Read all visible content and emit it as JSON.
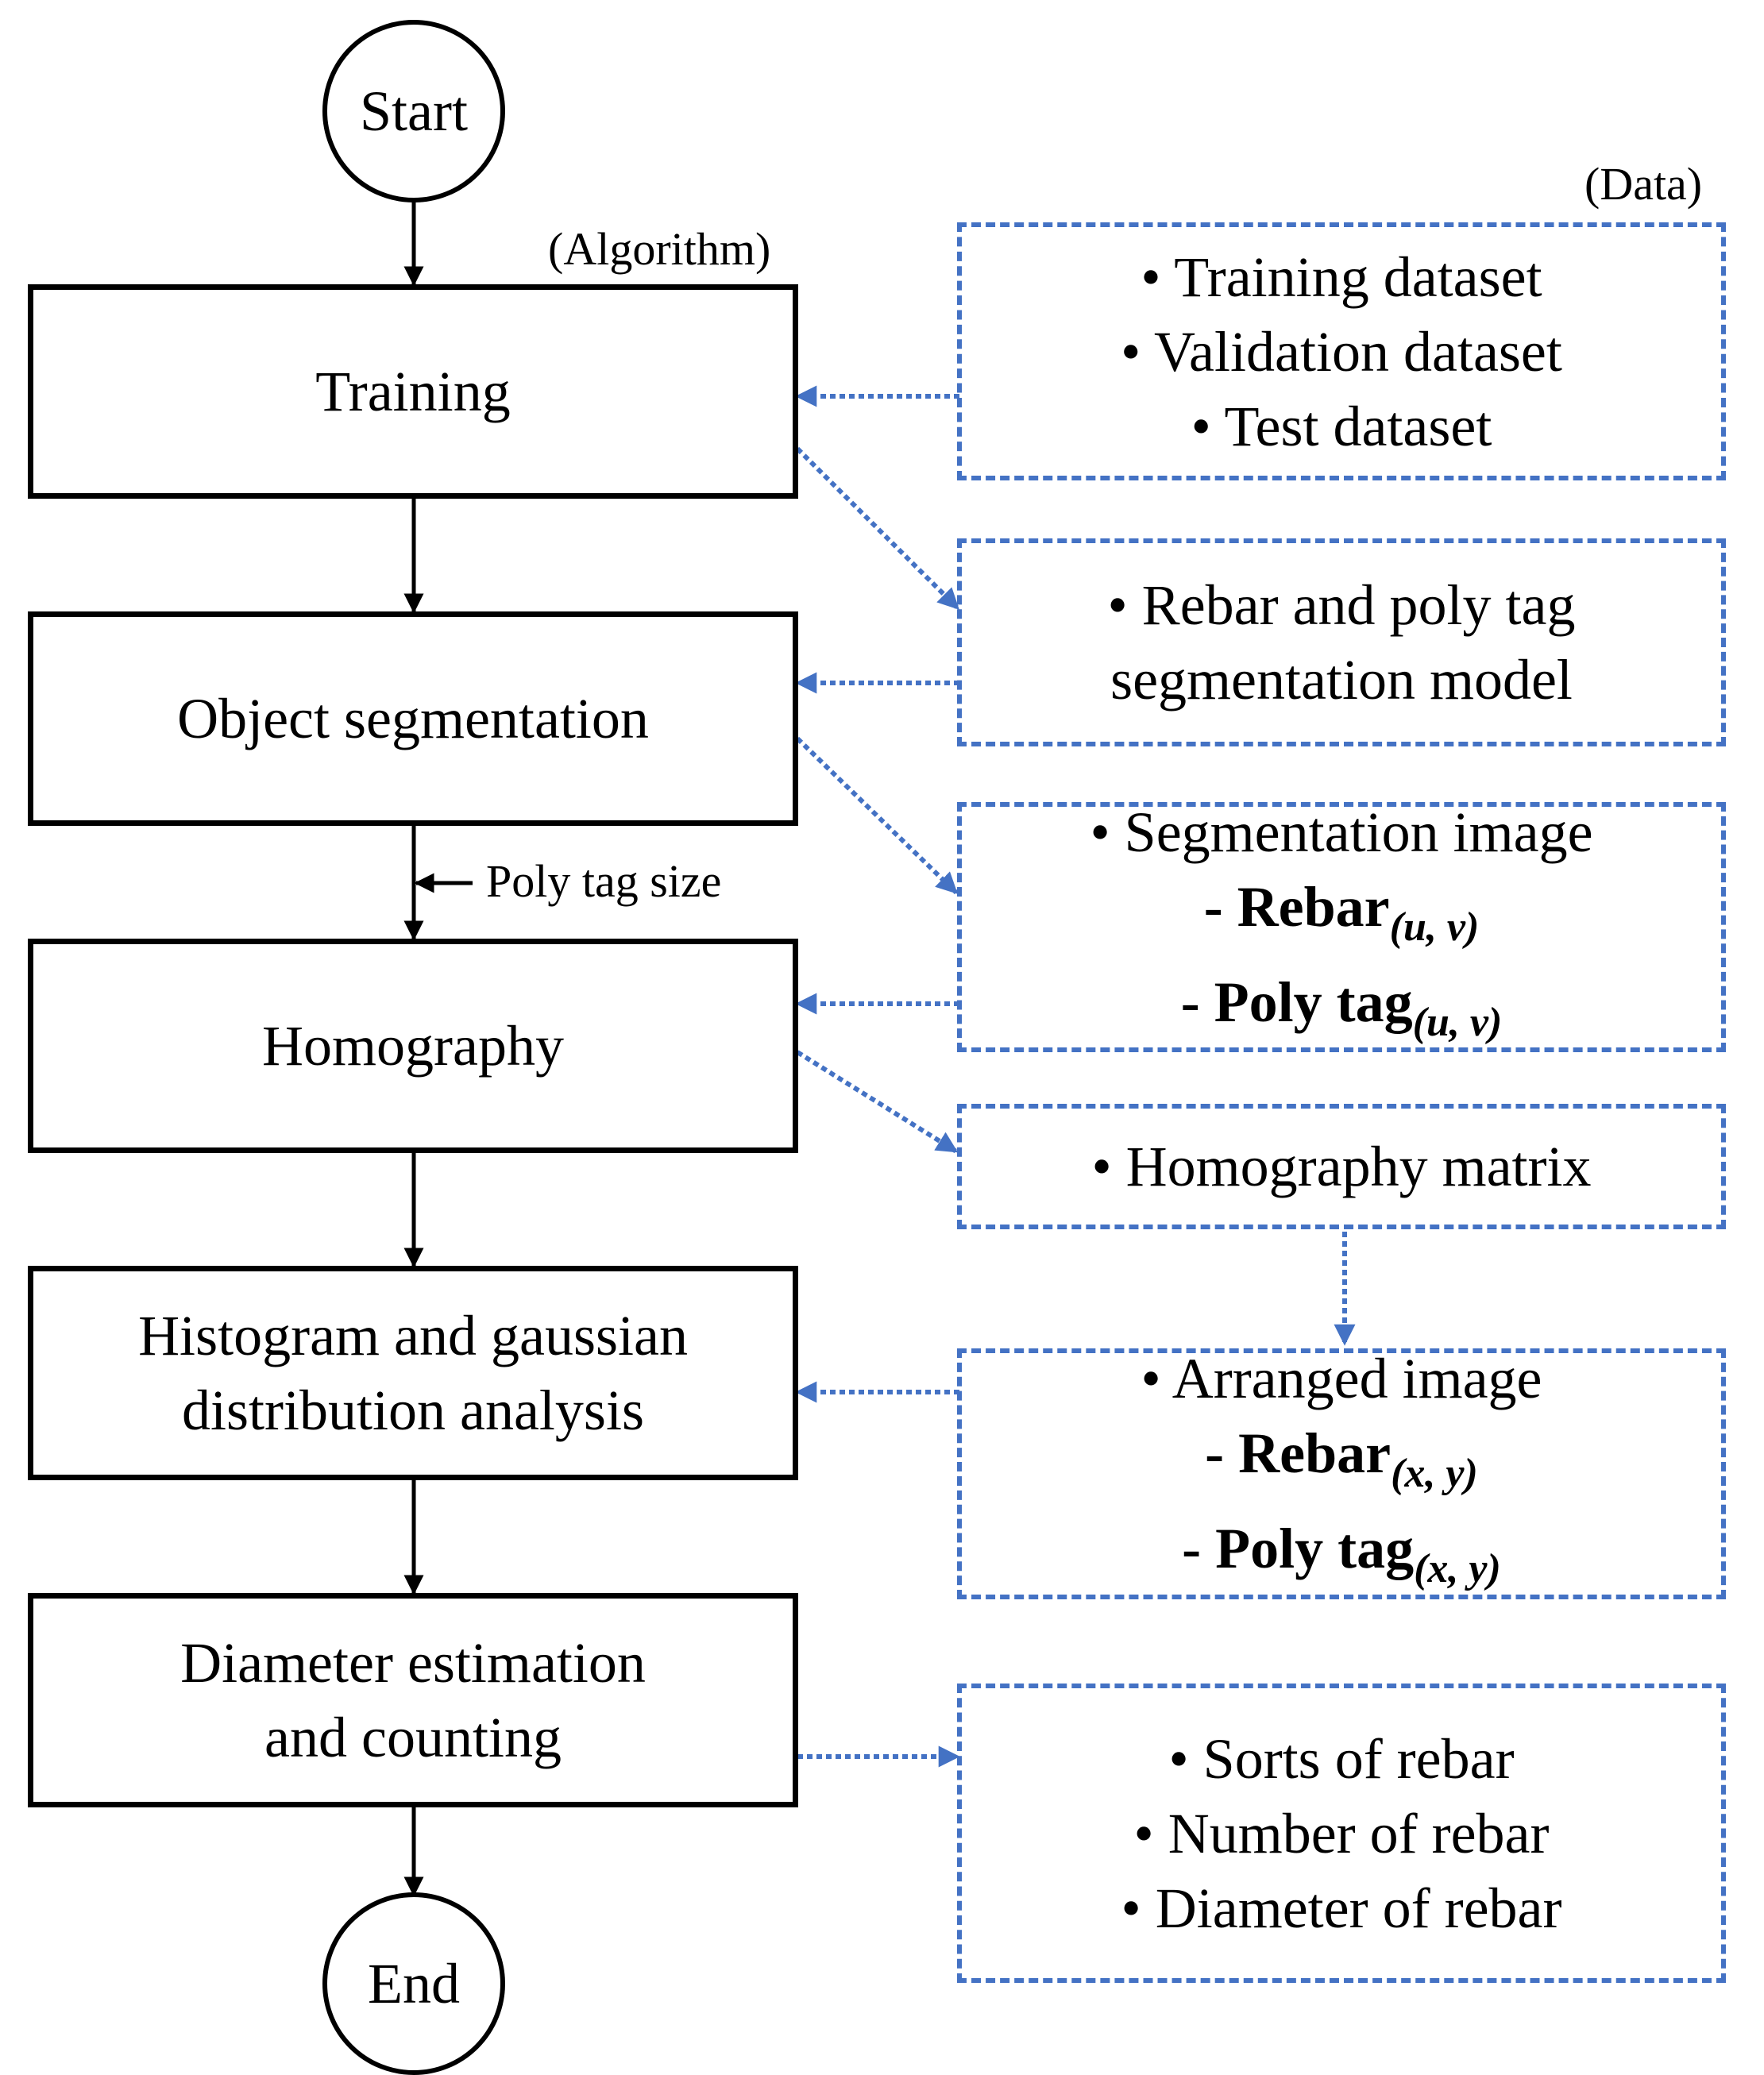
{
  "labels": {
    "algorithm": "(Algorithm)",
    "data": "(Data)",
    "poly_tag_size": "Poly tag size"
  },
  "terminals": {
    "start": "Start",
    "end": "End"
  },
  "steps": {
    "training": [
      "Training"
    ],
    "segmentation": [
      "Object segmentation"
    ],
    "homography": [
      "Homography"
    ],
    "histogram": [
      "Histogram and gaussian",
      "distribution analysis"
    ],
    "diameter": [
      "Diameter estimation",
      "and counting"
    ]
  },
  "data_boxes": {
    "datasets": [
      "• Training dataset",
      "• Validation dataset",
      "• Test dataset"
    ],
    "model": [
      "• Rebar and poly tag",
      "segmentation model"
    ],
    "seg_image": {
      "title": "• Segmentation image",
      "rebar": "- Rebar",
      "rebar_sub": "(u, v)",
      "poly": "- Poly tag",
      "poly_sub": "(u, v)"
    },
    "matrix": [
      "• Homography matrix"
    ],
    "arranged": {
      "title": "• Arranged image",
      "rebar": "- Rebar",
      "rebar_sub": "(x, y)",
      "poly": "- Poly tag",
      "poly_sub": "(x, y)"
    },
    "results": [
      "• Sorts of rebar",
      "• Number of rebar",
      "• Diameter of rebar"
    ]
  },
  "colors": {
    "flow": "#000000",
    "data": "#4472C4"
  }
}
